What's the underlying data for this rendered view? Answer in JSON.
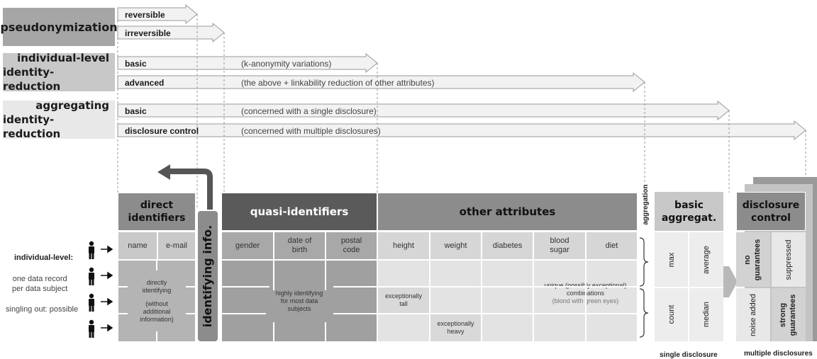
{
  "categories": {
    "pseudonymization": "pseudonymization",
    "individual_line1": "individual-level",
    "individual_line2": "identity-reduction",
    "aggregating_line1": "aggregating",
    "aggregating_line2": "identity-reduction"
  },
  "arrows": {
    "reversible": "reversible",
    "irreversible": "irreversible",
    "ind_basic": "basic",
    "ind_basic_desc": "(k-anonymity variations)",
    "ind_advanced": "advanced",
    "ind_advanced_desc": "(the above + linkability reduction of other attributes)",
    "agg_basic": "basic",
    "agg_basic_desc": "(concerned with a single disclosure)",
    "agg_dc": "disclosure control",
    "agg_dc_desc": "(concerned with multiple disclosures)"
  },
  "left_labels": {
    "individual_level": "individual-level:",
    "one_record_1": "one data record",
    "one_record_2": "per data subject",
    "singling_out": "singling out: possible"
  },
  "headers": {
    "direct_1": "direct",
    "direct_2": "identifiers",
    "identifying_info": "identifying info.",
    "quasi": "quasi-identifiers",
    "other": "other attributes",
    "aggregation": "aggregation",
    "basic_agg_1": "basic",
    "basic_agg_2": "aggregat.",
    "dc_1": "disclosure",
    "dc_2": "control"
  },
  "columns": {
    "name": "name",
    "email": "e-mail",
    "gender": "gender",
    "dob_1": "date of",
    "dob_2": "birth",
    "postal_1": "postal",
    "postal_2": "code",
    "height": "height",
    "weight": "weight",
    "diabetes": "diabetes",
    "blood_1": "blood",
    "blood_2": "sugar",
    "diet": "diet"
  },
  "notes": {
    "directly_1": "directly",
    "directly_2": "identifying",
    "without_1": "(without",
    "without_2": "additional",
    "without_3": "information)",
    "highly_1": "highly identifying",
    "highly_2": "for most data",
    "highly_3": "subjects",
    "tall_1": "exceptionally",
    "tall_2": "tall",
    "heavy_1": "exceptionally",
    "heavy_2": "heavy",
    "unique_1": "unique (possibly exceptional)",
    "unique_2": "combinations",
    "unique_3": "(blond with green eyes)"
  },
  "aggregates": {
    "max": "max",
    "average": "average",
    "count": "count",
    "median": "median",
    "no_guarantees_1": "no",
    "no_guarantees_2": "guarantees",
    "suppressed": "suppressed",
    "noise_added": "noise added",
    "strong_1": "strong",
    "strong_2": "guarantees"
  },
  "footer": {
    "single": "single disclosure",
    "multiple": "multiple disclosures"
  },
  "colors": {
    "cat_dark": "#a6a6a6",
    "cat_mid": "#c8c8c8",
    "cat_light": "#e8e8e8",
    "direct_hdr": "#8c8c8c",
    "quasi_hdr": "#5a5a5a",
    "other_hdr": "#8c8c8c",
    "body_light": "#ebebeb",
    "body_mid": "#c9c9c9",
    "body_dark": "#a0a0a0"
  }
}
